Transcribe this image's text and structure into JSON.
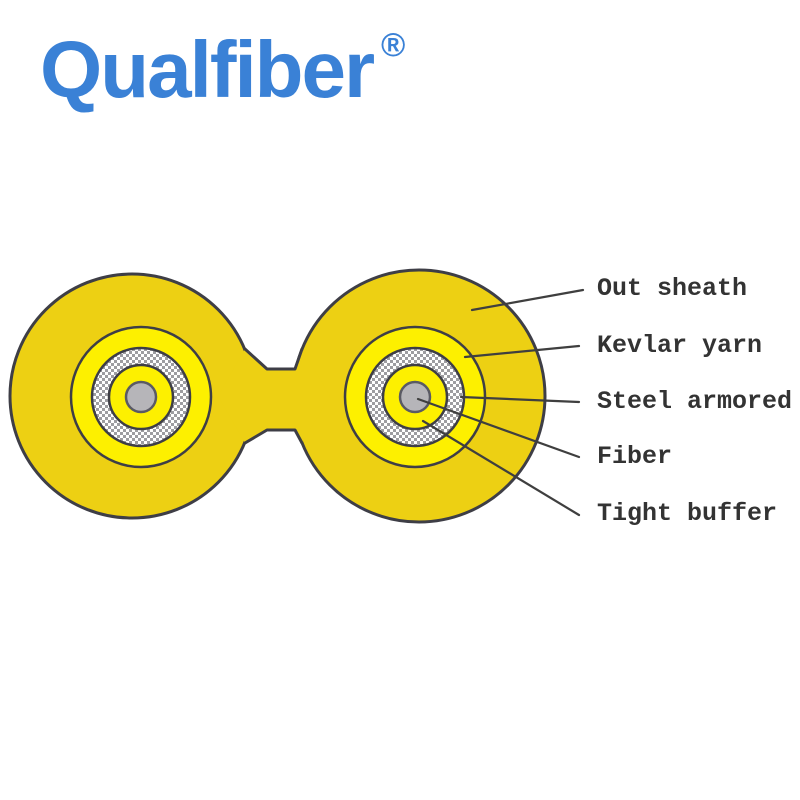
{
  "logo": {
    "text": "Qualfiber",
    "registered": "®",
    "color": "#3a81d6"
  },
  "diagram": {
    "description": "Duplex zipcord fiber optic cable cross-section",
    "colors": {
      "sheath_gold": "#EDD013",
      "ring_yellow": "#FDF000",
      "outline": "#3e3e46",
      "fiber_gray": "#b6b5b9",
      "fiber_outline": "#5a5a64",
      "hatch_gray": "#9d9da1",
      "hatch_bg": "#ffffff",
      "leader_line": "#3f3f3f",
      "label_text": "#333333"
    },
    "labels": [
      {
        "id": "out-sheath",
        "text": "Out sheath"
      },
      {
        "id": "kevlar-yarn",
        "text": "Kevlar yarn"
      },
      {
        "id": "steel-armored",
        "text": "Steel armored"
      },
      {
        "id": "fiber",
        "text": "Fiber"
      },
      {
        "id": "tight-buffer",
        "text": "Tight buffer"
      }
    ]
  }
}
